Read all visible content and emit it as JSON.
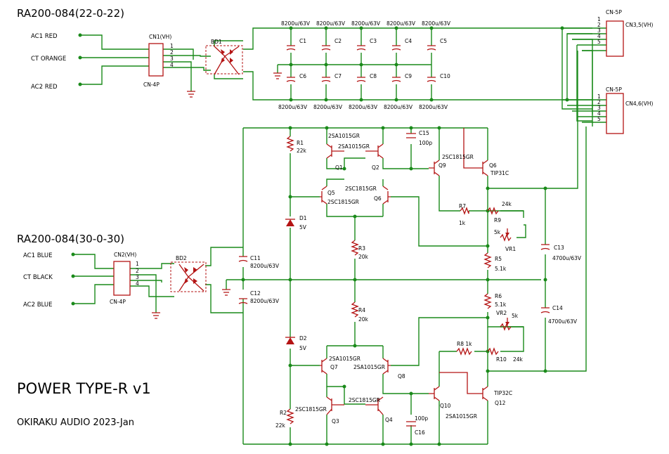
{
  "titles": {
    "upper_transformer": "RA200-084(22-0-22)",
    "lower_transformer": "RA200-084(30-0-30)",
    "main_title": "POWER TYPE-R v1",
    "subtitle": "OKIRAKU AUDIO 2023-Jan"
  },
  "inputs": {
    "ac1_red": "AC1 RED",
    "ct_orange": "CT ORANGE",
    "ac2_red": "AC2 RED",
    "ac1_blue": "AC1 BLUE",
    "ct_black": "CT BLACK",
    "ac2_blue": "AC2 BLUE"
  },
  "connectors": {
    "cn1": "CN1(VH)",
    "cn1_type": "CN-4P",
    "cn2": "CN2(VH)",
    "cn2_type": "CN-4P",
    "cn35_type": "CN-5P",
    "cn35": "CN3,5(VH)",
    "cn46_type": "CN-5P",
    "cn46": "CN4,6(VH)",
    "pins4": [
      "1",
      "2",
      "3",
      "4"
    ],
    "pins5": [
      "1",
      "2",
      "3",
      "4",
      "5"
    ]
  },
  "bridges": {
    "bd1": "BD1",
    "bd2": "BD2"
  },
  "capacitors": {
    "top_value": "8200u/63V",
    "top_refs": [
      "C1",
      "C2",
      "C3",
      "C4",
      "C5"
    ],
    "bottom_value": "8200u/63V",
    "bottom_refs": [
      "C6",
      "C7",
      "C8",
      "C9",
      "C10"
    ],
    "c11": "C11",
    "c11_value": "8200u/63V",
    "c12": "C12",
    "c12_value": "8200u/63V",
    "c13": "C13",
    "c13_value": "4700u/63V",
    "c14": "C14",
    "c14_value": "4700u/63V",
    "c15": "C15",
    "c15_value": "100p",
    "c16": "C16",
    "c16_value": "100p"
  },
  "resistors": {
    "r1": "R1",
    "r1_value": "22k",
    "r2": "R2",
    "r2_value": "22k",
    "r3": "R3",
    "r3_value": "20k",
    "r4": "R4",
    "r4_value": "20k",
    "r5": "R5",
    "r5_value": "5.1k",
    "r6": "R6",
    "r6_value": "5.1k",
    "r7": "R7",
    "r7_value": "1k",
    "r8": "R8 1k",
    "r9": "R9",
    "r9_value": "24k",
    "r10": "R10",
    "r10_value": "24k",
    "vr1": "VR1",
    "vr1_value": "5k",
    "vr2": "VR2",
    "vr2_value": "5k"
  },
  "diodes": {
    "d1": "D1",
    "d1_value": "5V",
    "d2": "D2",
    "d2_value": "5V"
  },
  "transistors": {
    "q1": "Q1",
    "q2": "Q2",
    "q12_part_a": "2SA1015GR",
    "q12_part_b": "2SA1015GR",
    "q5": "Q5",
    "q5_part": "2SC1815GR",
    "q6": "Q6",
    "q6_part": "2SC1815GR",
    "q9": "Q9",
    "q9_part": "2SC1815GR",
    "q6b": "Q6",
    "q6b_part": "TIP31C",
    "q7": "Q7",
    "q7_part": "2SA1015GR",
    "q8": "Q8",
    "q8_part": "2SA1015GR",
    "q3": "Q3",
    "q3_part": "2SC1815GR",
    "q4": "Q4",
    "q4_part": "2SC1815GR",
    "q10": "Q10",
    "q10_part": "2SA1015GR",
    "q12": "Q12",
    "q12_part": "TIP32C"
  },
  "colors": {
    "wire": "#1a8a1a",
    "component": "#b41414",
    "text": "#000000"
  }
}
